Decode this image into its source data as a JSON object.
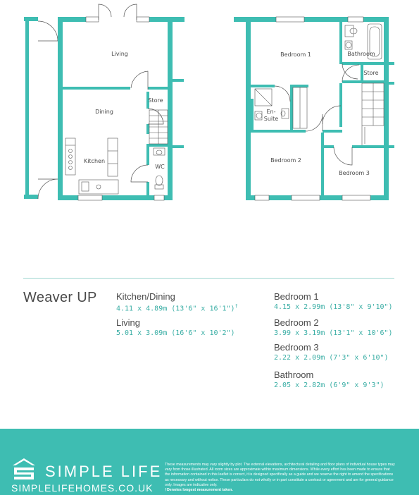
{
  "floorplan": {
    "ground_labels": {
      "living": "Living",
      "dining": "Dining",
      "store": "Store",
      "kitchen": "Kitchen",
      "wc": "WC"
    },
    "first_labels": {
      "bedroom1": "Bedroom 1",
      "bathroom": "Bathroom",
      "store": "Store",
      "ensuite_line1": "En-",
      "ensuite_line2": "Suite",
      "bedroom2": "Bedroom 2",
      "bedroom3": "Bedroom 3"
    },
    "colors": {
      "wall": "#3ebdb2",
      "fixture_line": "#555555"
    }
  },
  "house": {
    "name": "Weaver UP"
  },
  "rooms_left": [
    {
      "name": "Kitchen/Dining",
      "dims": "4.11 x 4.89m (13'6\" x 16'1\")",
      "mark": "†"
    },
    {
      "name": "Living",
      "dims": "5.01 x 3.09m (16'6\" x 10'2\")",
      "mark": ""
    }
  ],
  "rooms_right": [
    {
      "name": "Bedroom 1",
      "dims": "4.15 x 2.99m (13'8\" x 9'10\")"
    },
    {
      "name": "Bedroom 2",
      "dims": "3.99 x 3.19m (13'1\" x 10'6\")"
    },
    {
      "name": "Bedroom 3",
      "dims": "2.22 x 2.09m (7'3\" x 6'10\")"
    },
    {
      "name": "Bathroom",
      "dims": "2.05 x 2.82m (6'9\" x 9'3\")"
    }
  ],
  "footer": {
    "brand": "SIMPLE LIFE",
    "website": "SIMPLELIFEHOMES.CO.UK",
    "disclaimer": "These measurements may vary slightly by plot. The external elevations, architectural detailing and floor plans of individual house types may vary from those illustrated. All room sizes are approximate within maximum dimensions. While every effort has been made to ensure that the information contained in this leaflet is correct, it is designed specifically as a guide and we reserve the right to amend the specifications as necessary and without notice. These particulars do not wholly or in part constitute a contract or agreement and are for general guidance only. Images are indicative only.",
    "note": "†Denotes longest measurement taken.",
    "colors": {
      "band": "#3ebdb2",
      "text": "#ffffff"
    }
  }
}
